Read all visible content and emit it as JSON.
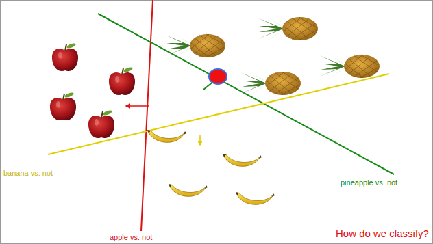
{
  "diagram": {
    "labels": [
      "banana vs. not",
      "pineapple vs. not",
      "apple vs. not",
      "How do we classify?"
    ]
  }
}
